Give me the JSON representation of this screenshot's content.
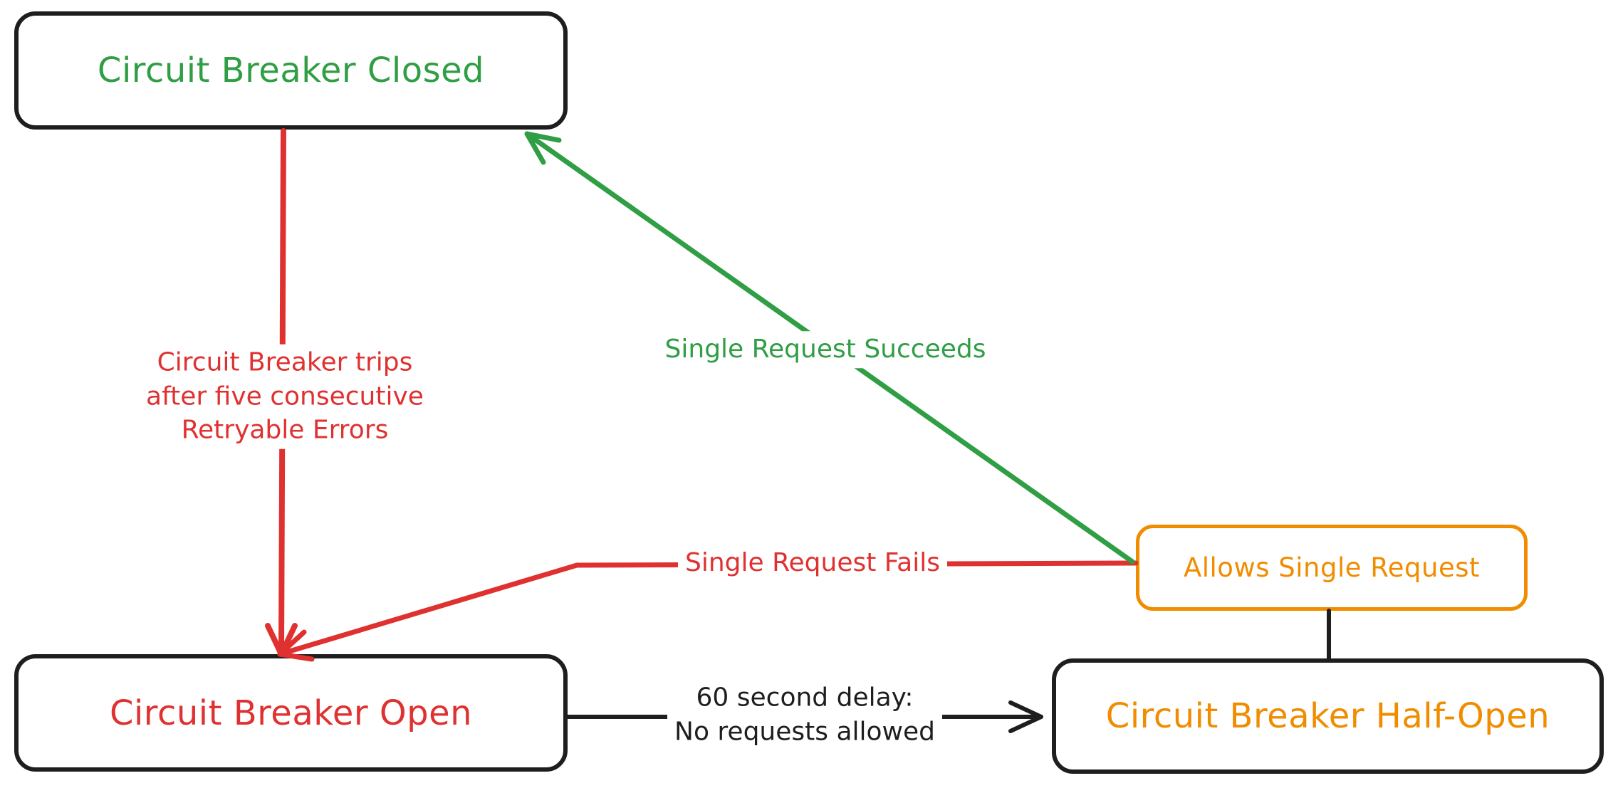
{
  "colors": {
    "green": "#2f9e44",
    "red": "#e03131",
    "orange": "#f08c00",
    "ink": "#1e1e1e",
    "background": "#ffffff"
  },
  "nodes": {
    "closed": {
      "label": "Circuit Breaker Closed"
    },
    "open": {
      "label": "Circuit Breaker Open"
    },
    "half_open": {
      "label": "Circuit Breaker Half-Open"
    },
    "allows": {
      "label": "Allows Single Request"
    }
  },
  "edges": {
    "trip": {
      "label": "Circuit Breaker trips\nafter five consecutive\nRetryable Errors"
    },
    "success": {
      "label": "Single Request Succeeds"
    },
    "fail": {
      "label": "Single Request Fails"
    },
    "delay": {
      "label": "60 second delay:\nNo requests allowed"
    }
  }
}
